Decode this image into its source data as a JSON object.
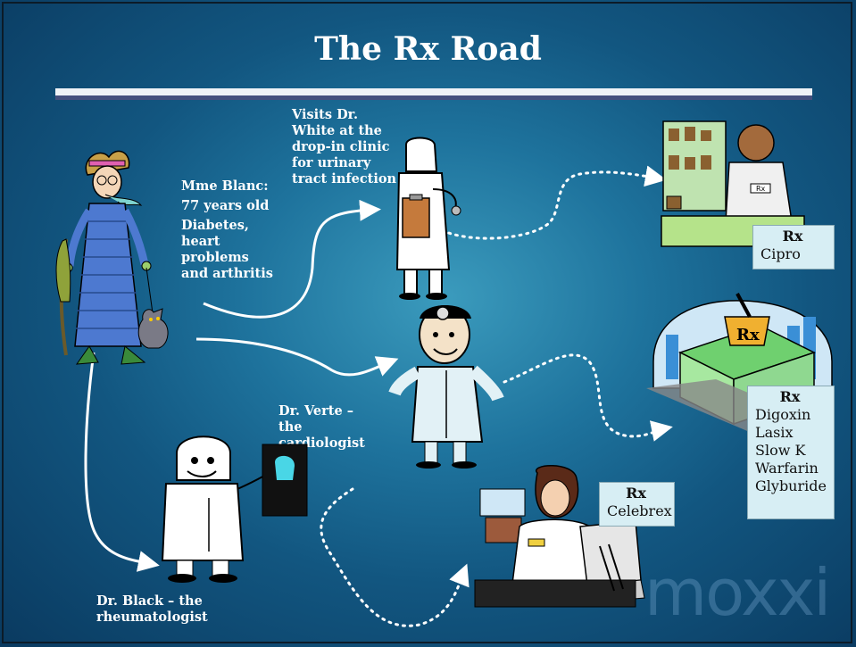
{
  "title": "The Rx Road",
  "patient": {
    "name": "Mme Blanc:",
    "age": "77 years old",
    "conditions": [
      "Diabetes,",
      "heart",
      "problems",
      "and arthritis"
    ]
  },
  "doctors": {
    "white": [
      "Visits Dr.",
      "White at the",
      "drop-in clinic",
      "for urinary",
      "tract infection"
    ],
    "verte": [
      "Dr. Verte –",
      "the",
      "cardiologist"
    ],
    "black": [
      "Dr. Black – the",
      "rheumatologist"
    ]
  },
  "prescriptions": {
    "white": {
      "heading": "Rx",
      "items": [
        "Cipro"
      ]
    },
    "verte": {
      "heading": "Rx",
      "items": [
        "Digoxin",
        "Lasix",
        "Slow K",
        "Warfarin",
        "Glyburide"
      ]
    },
    "black": {
      "heading": "Rx",
      "items": [
        "Celebrex"
      ]
    }
  },
  "labels": {
    "pharmacy_sign": "Rx",
    "pharmacist_badge": "Rx"
  },
  "watermark": "moxxi",
  "colors": {
    "background": "#1e739d",
    "rx_box": "#d7eef4",
    "title_text": "#ffffff",
    "path": "#ffffff"
  },
  "icons": {
    "patient": "elderly-woman-with-umbrella-and-cat-icon",
    "dr_white": "doctor-with-clipboard-and-stethoscope-icon",
    "dr_verte": "doctor-with-head-mirror-icon",
    "dr_black": "doctor-holding-xray-icon",
    "pharmacy_1": "pharmacist-at-counter-icon",
    "pharmacy_2": "pharmacy-building-icon",
    "pharmacy_3": "pharmacist-at-computer-icon"
  }
}
